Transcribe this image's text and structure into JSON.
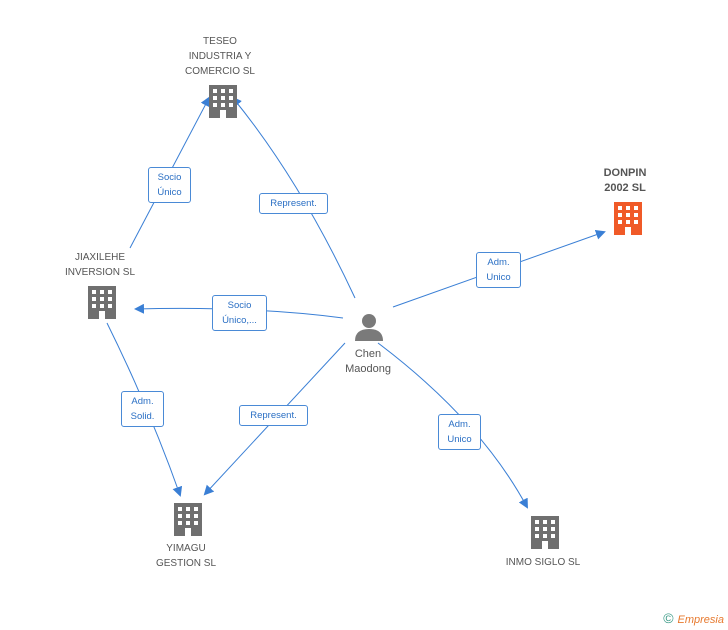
{
  "nodes": {
    "teseo": {
      "label": "TESEO\nINDUSTRIA Y\nCOMERCIO SL",
      "icon": "building-icon",
      "color": "#6f6f6f"
    },
    "donpin": {
      "label": "DONPIN\n2002 SL",
      "icon": "building-icon",
      "color": "#f05a28"
    },
    "jiaxilehe": {
      "label": "JIAXILEHE\nINVERSION SL",
      "icon": "building-icon",
      "color": "#6f6f6f"
    },
    "chen": {
      "label": "Chen\nMaodong",
      "icon": "person-icon",
      "color": "#7a7a7a"
    },
    "yimagu": {
      "label": "YIMAGU\nGESTION SL",
      "icon": "building-icon",
      "color": "#6f6f6f"
    },
    "inmo": {
      "label": "INMO SIGLO SL",
      "icon": "building-icon",
      "color": "#6f6f6f"
    }
  },
  "edges": {
    "jiax_teseo": "Socio\nÚnico",
    "chen_teseo": "Represent.",
    "chen_donpin": "Adm.\nUnico",
    "chen_jiax": "Socio\nÚnico,...",
    "jiax_yimagu": "Adm.\nSolid.",
    "chen_yimagu": "Represent.",
    "chen_inmo": "Adm.\nUnico"
  },
  "footer": {
    "copyright": "©",
    "brand": "Empresia"
  },
  "colors": {
    "edge": "#3a7fd5",
    "building": "#6f6f6f",
    "highlight": "#f05a28"
  }
}
